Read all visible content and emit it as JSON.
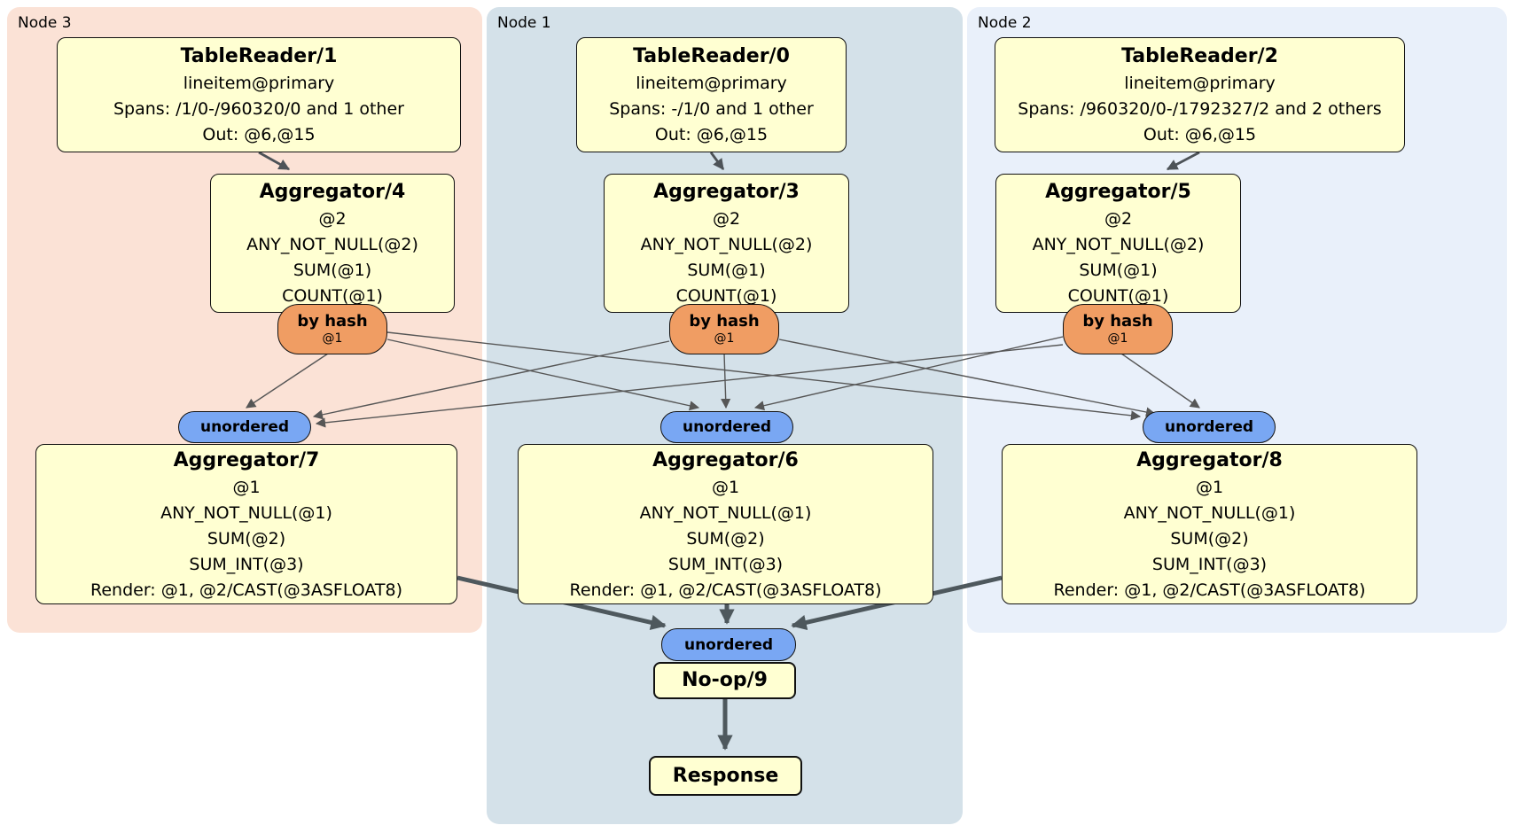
{
  "panels": [
    {
      "label": "Node 3"
    },
    {
      "label": "Node 1"
    },
    {
      "label": "Node 2"
    }
  ],
  "colors": {
    "panel_node3": "#fbe2d6",
    "panel_node1": "#d4e1e9",
    "panel_node2": "#e9f0fa",
    "box_fill": "#ffffd2",
    "router_fill": "#f09d63",
    "sync_fill": "#79a7f3",
    "edge_thin": "#565656",
    "edge_medium": "#4d5358",
    "edge_thick": "#4e585d"
  },
  "nodes": {
    "tablereader_1": {
      "title": "TableReader/1",
      "lines": [
        "lineitem@primary",
        "Spans: /1/0-/960320/0 and 1 other",
        "Out: @6,@15"
      ]
    },
    "tablereader_0": {
      "title": "TableReader/0",
      "lines": [
        "lineitem@primary",
        "Spans: -/1/0 and 1 other",
        "Out: @6,@15"
      ]
    },
    "tablereader_2": {
      "title": "TableReader/2",
      "lines": [
        "lineitem@primary",
        "Spans: /960320/0-/1792327/2 and 2 others",
        "Out: @6,@15"
      ]
    },
    "aggregator_4": {
      "title": "Aggregator/4",
      "lines": [
        "@2",
        "ANY_NOT_NULL(@2)",
        "SUM(@1)",
        "COUNT(@1)"
      ]
    },
    "aggregator_3": {
      "title": "Aggregator/3",
      "lines": [
        "@2",
        "ANY_NOT_NULL(@2)",
        "SUM(@1)",
        "COUNT(@1)"
      ]
    },
    "aggregator_5": {
      "title": "Aggregator/5",
      "lines": [
        "@2",
        "ANY_NOT_NULL(@2)",
        "SUM(@1)",
        "COUNT(@1)"
      ]
    },
    "aggregator_7": {
      "title": "Aggregator/7",
      "lines": [
        "@1",
        "ANY_NOT_NULL(@1)",
        "SUM(@2)",
        "SUM_INT(@3)",
        "Render: @1, @2/CAST(@3ASFLOAT8)"
      ]
    },
    "aggregator_6": {
      "title": "Aggregator/6",
      "lines": [
        "@1",
        "ANY_NOT_NULL(@1)",
        "SUM(@2)",
        "SUM_INT(@3)",
        "Render: @1, @2/CAST(@3ASFLOAT8)"
      ]
    },
    "aggregator_8": {
      "title": "Aggregator/8",
      "lines": [
        "@1",
        "ANY_NOT_NULL(@1)",
        "SUM(@2)",
        "SUM_INT(@3)",
        "Render: @1, @2/CAST(@3ASFLOAT8)"
      ]
    },
    "noop_9": {
      "title": "No-op/9"
    },
    "response": {
      "title": "Response"
    }
  },
  "routers": {
    "by_hash_label": "by hash",
    "by_hash_detail": "@1"
  },
  "sync": {
    "unordered_label": "unordered"
  }
}
